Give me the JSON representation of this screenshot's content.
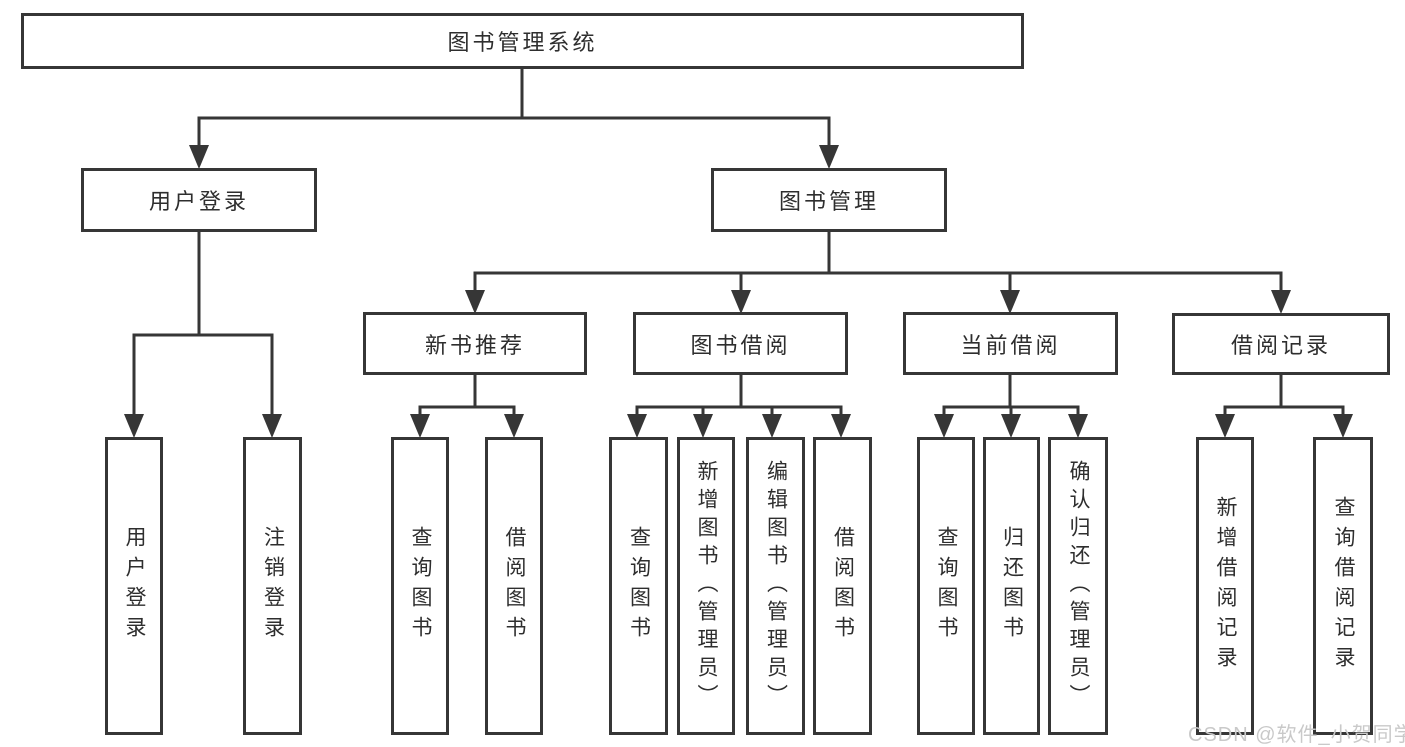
{
  "title": "图书管理系统",
  "colors": {
    "line": "#363636",
    "text": "#2e2e2e",
    "background": "#ffffff",
    "watermark": "#c9c9c9"
  },
  "watermark": {
    "text": "CSDN @软件_小贺同学"
  },
  "diagram": {
    "type": "hierarchy-tree",
    "root": {
      "label": "图书管理系统"
    },
    "branches": [
      {
        "label": "用户登录",
        "children": [
          {
            "label": "用户登录"
          },
          {
            "label": "注销登录"
          }
        ]
      },
      {
        "label": "图书管理",
        "children": [
          {
            "label": "新书推荐",
            "children": [
              {
                "label": "查询图书"
              },
              {
                "label": "借阅图书"
              }
            ]
          },
          {
            "label": "图书借阅",
            "children": [
              {
                "label": "查询图书"
              },
              {
                "label": "新增图书（管理员）"
              },
              {
                "label": "编辑图书（管理员）"
              },
              {
                "label": "借阅图书"
              }
            ]
          },
          {
            "label": "当前借阅",
            "children": [
              {
                "label": "查询图书"
              },
              {
                "label": "归还图书"
              },
              {
                "label": "确认归还（管理员）"
              }
            ]
          },
          {
            "label": "借阅记录",
            "children": [
              {
                "label": "新增借阅记录"
              },
              {
                "label": "查询借阅记录"
              }
            ]
          }
        ]
      }
    ]
  }
}
